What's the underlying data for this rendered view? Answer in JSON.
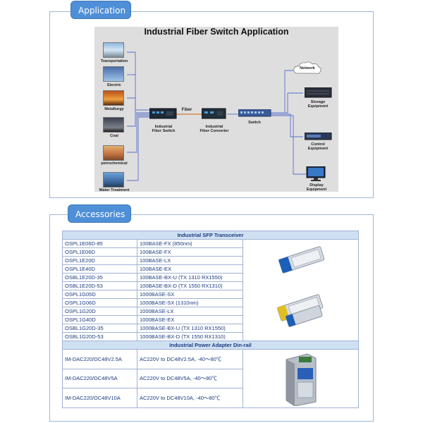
{
  "application": {
    "tab_label": "Application",
    "diagram": {
      "title": "Industrial Fiber Switch Application",
      "sources": [
        "Transportation",
        "Electric",
        "Metallurgy",
        "Coal",
        "petrochemical",
        "Water Treatment"
      ],
      "fiber_label": "Fiber",
      "switch_label_1": "Industrial",
      "switch_label_2": "Fiber Switch",
      "converter_label_1": "Industrial",
      "converter_label_2": "Fiber Converter",
      "core_switch_label": "Switch",
      "network_label": "Network",
      "storage_label_1": "Storage",
      "storage_label_2": "Equipment",
      "control_label_1": "Control",
      "control_label_2": "Equipment",
      "display_label_1": "Display",
      "display_label_2": "Equipment"
    }
  },
  "accessories": {
    "tab_label": "Accessories",
    "sfp_title": "Industrial SFP Transceiver",
    "sfp_rows": [
      [
        "OSPL1E06D-85",
        "100BASE-FX (850nm)"
      ],
      [
        "OSPL1E06D",
        "100BASE-FX"
      ],
      [
        "OSPL1E20D",
        "100BASE-LX"
      ],
      [
        "OSPL1E40D",
        "100BASE-EX"
      ],
      [
        "OSBL1E20D-35",
        "100BASE-BX-U (TX 1310 RX1550)"
      ],
      [
        "OSBL1E20D-53",
        "100BASE-BX-D (TX 1550 RX1310)"
      ],
      [
        "OSPL1G05D",
        "1000BASE-SX"
      ],
      [
        "OSPL1G06D",
        "1000BASE-SX (1310nm)"
      ],
      [
        "OSPL1G20D",
        "1000BASE-LX"
      ],
      [
        "OSPL1G40D",
        "1000BASE-EX"
      ],
      [
        "OSBL1G20D-35",
        "1000BASE-BX-U (TX 1310 RX1550)"
      ],
      [
        "OSBL1G20D-53",
        "1000BASE-BX-D (TX 1550 RX1310)"
      ]
    ],
    "power_title": "Industrial Power Adapter Din-rail",
    "power_rows": [
      [
        "IM-DAC220/DC48V2.5A",
        "AC220V to DC48V2.5A, -40～80℃"
      ],
      [
        "IM-DAC220/DC48V5A",
        "AC220V to DC48V5A, -40～80℃"
      ],
      [
        "IM-DAC220/DC48V10A",
        "AC220V to DC48V10A, -40～80℃"
      ]
    ]
  }
}
